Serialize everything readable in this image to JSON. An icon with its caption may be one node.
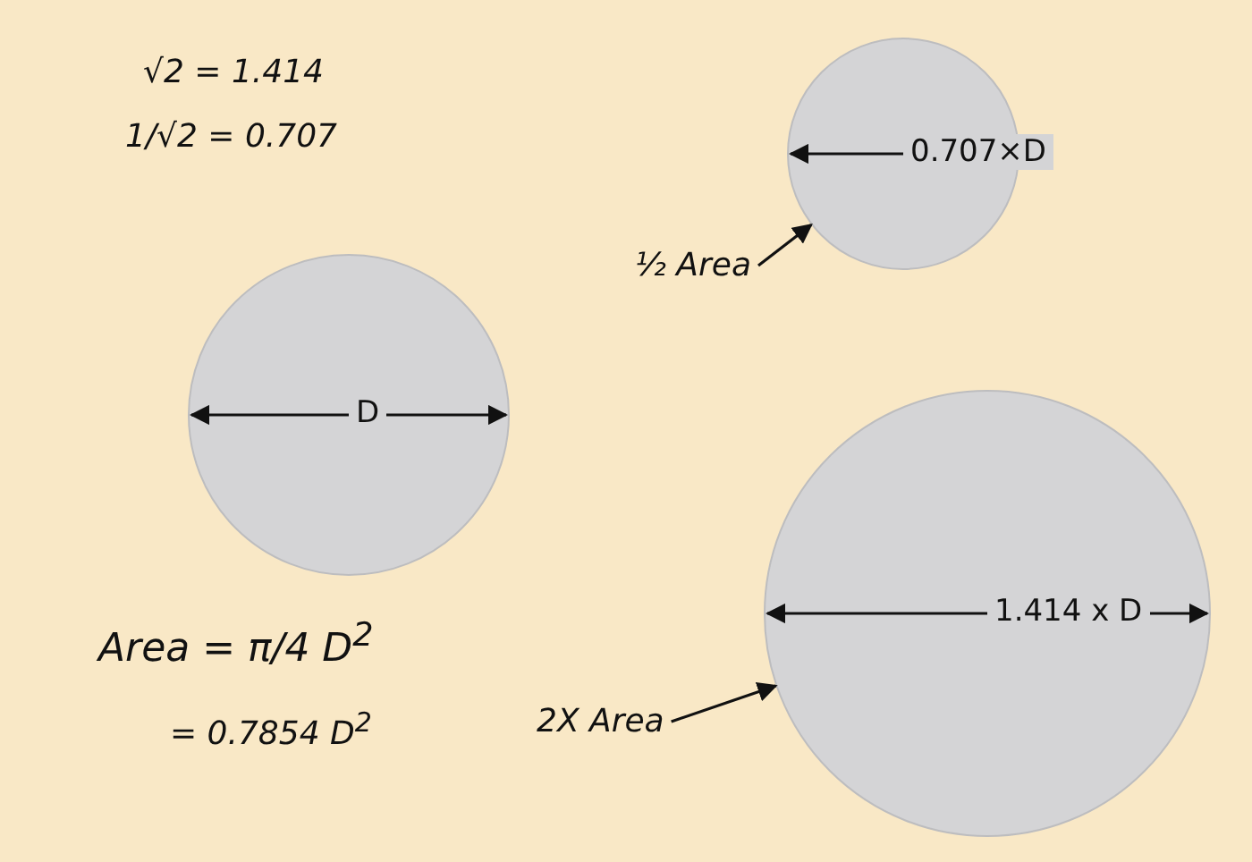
{
  "diagram": {
    "nodes": [
      {
        "text": [
          "0.707×D"
        ]
      },
      {
        "text": [
          "½ Area"
        ]
      },
      {
        "text": [
          "D"
        ]
      },
      {
        "text": [
          "1.414 x D"
        ]
      },
      {
        "text": [
          "2X Area"
        ]
      }
    ],
    "edges": [
      {
        "from": 1,
        "to": 0,
        "arrow": "to"
      },
      {
        "from": 4,
        "to": 3,
        "arrow": "to"
      }
    ],
    "labels": [
      "√2 = 1.414",
      "1/√2 = 0.707",
      "Area = π/4 D$^{2}$",
      "= 0.7854 D$^{2}$"
    ]
  }
}
